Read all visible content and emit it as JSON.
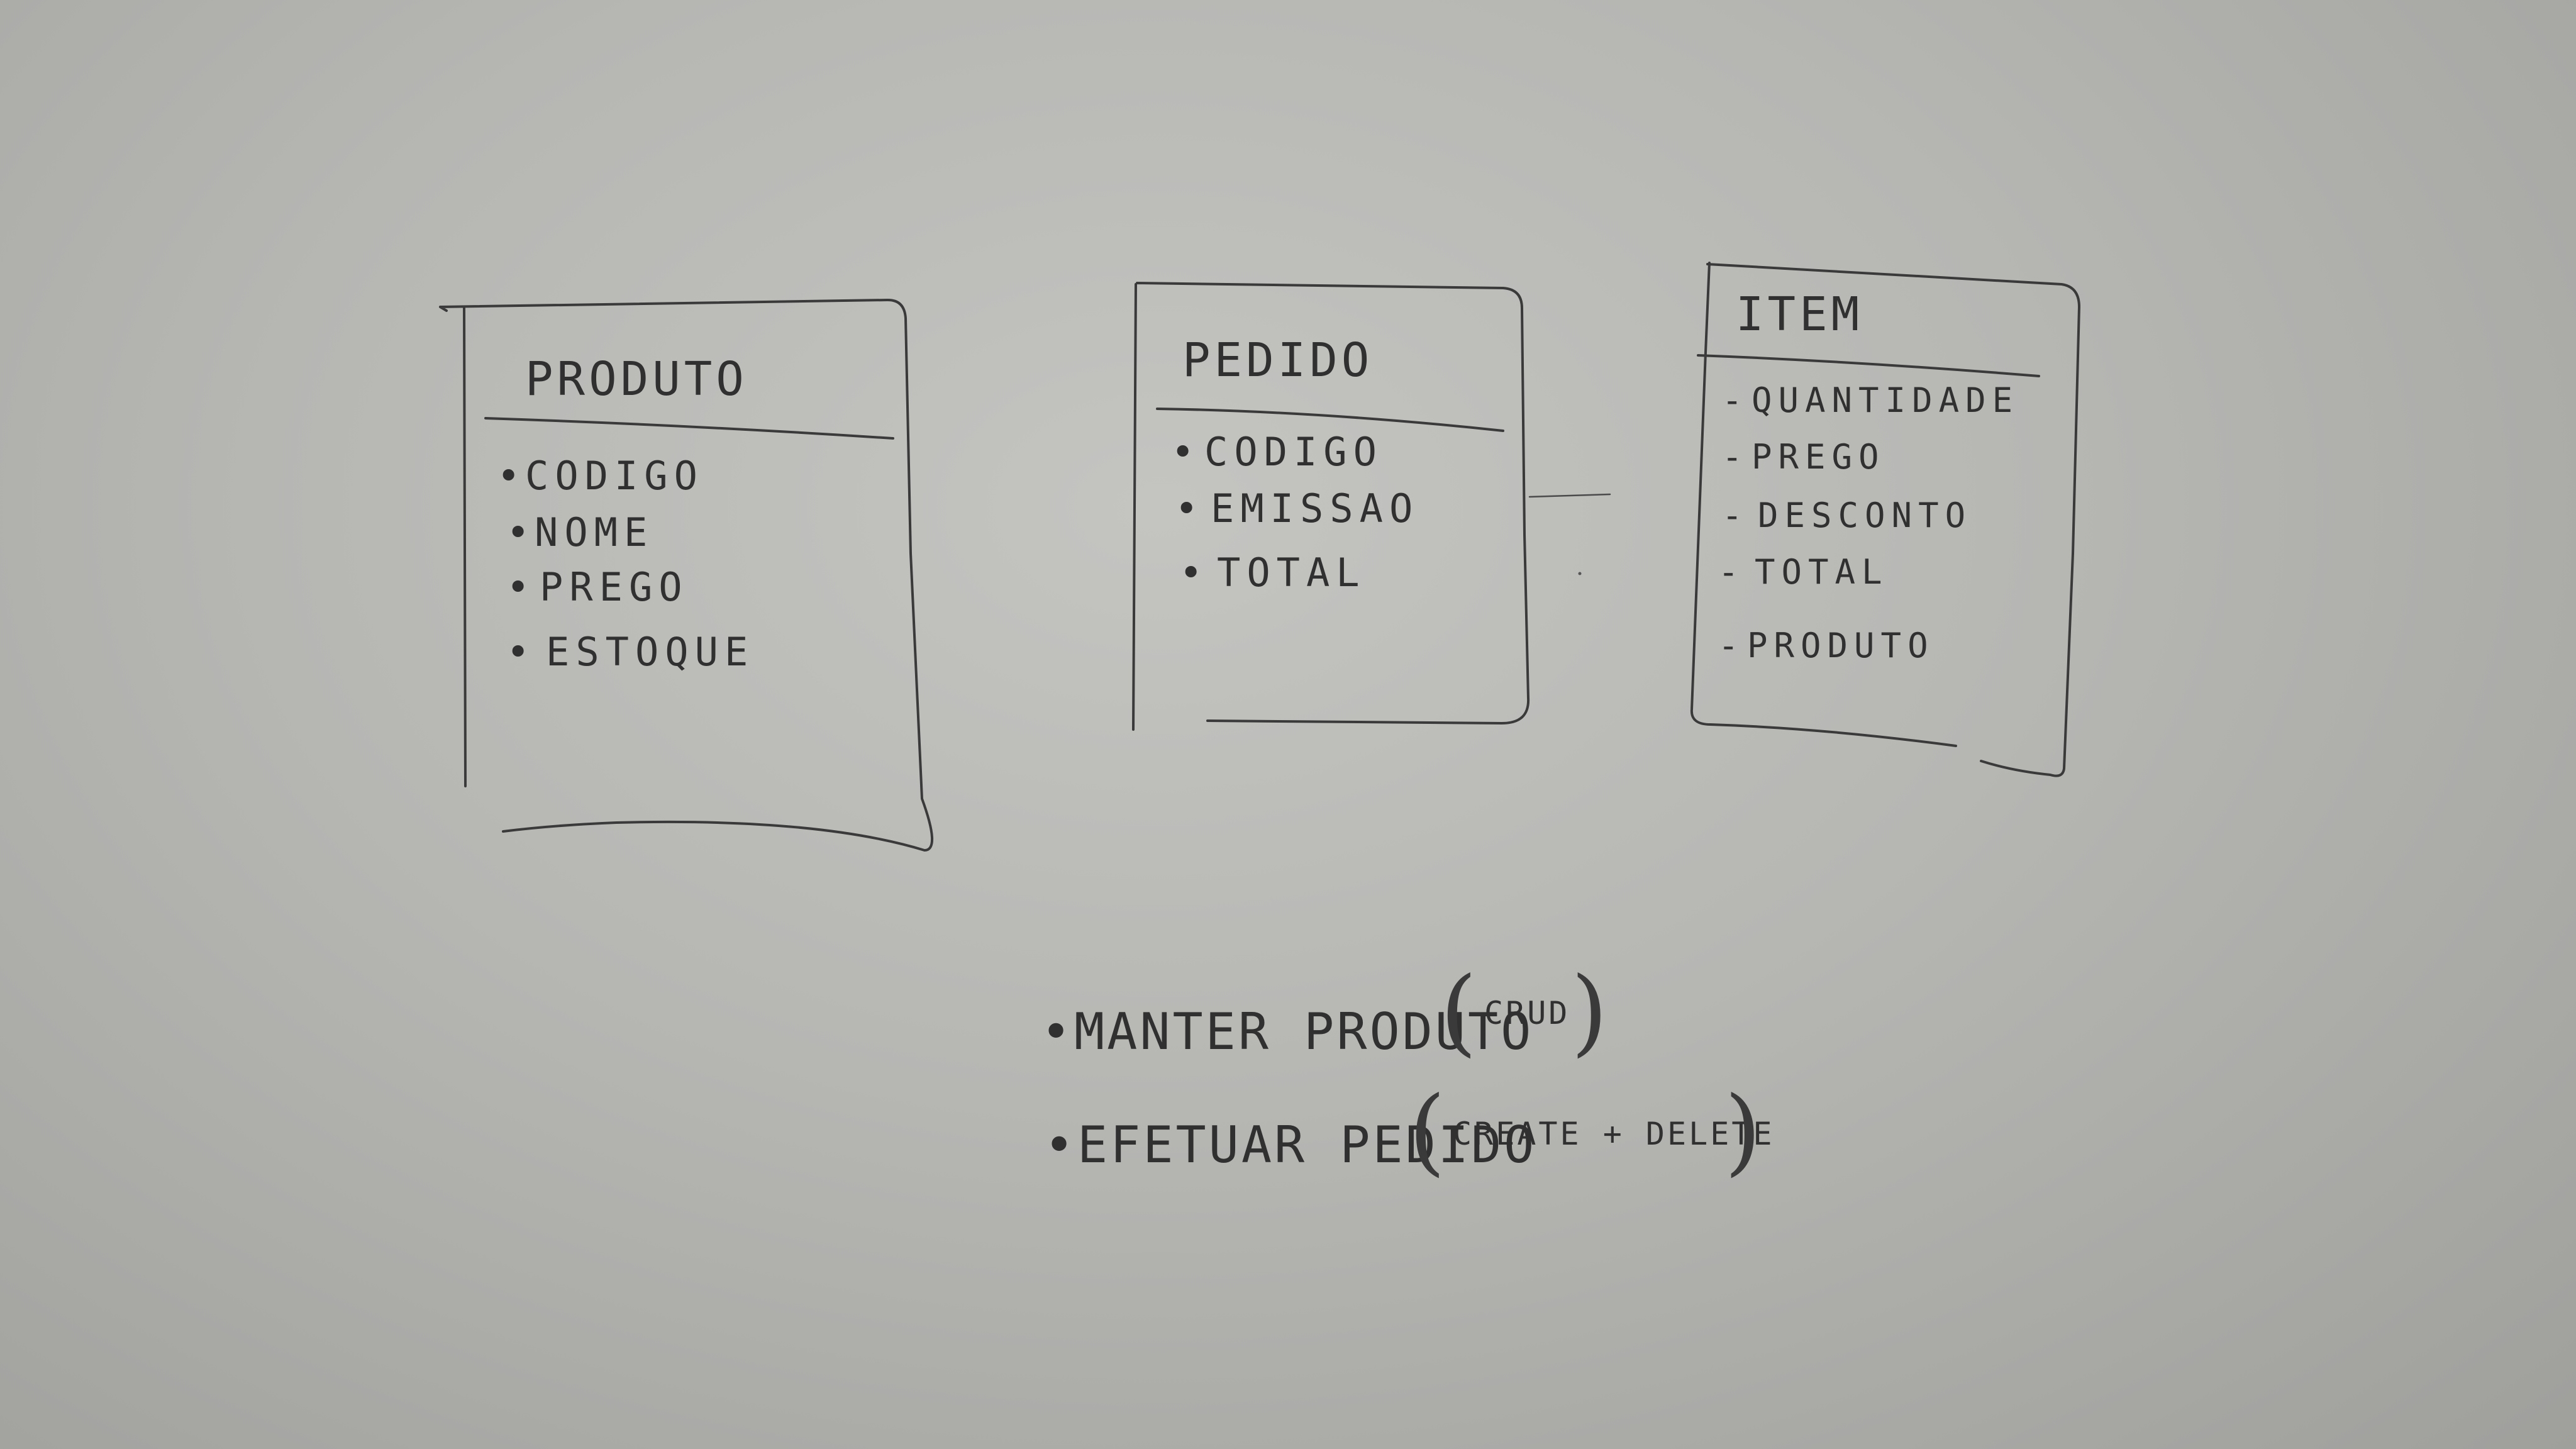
{
  "entities": [
    {
      "title": "PRODUTO",
      "bullet": "•",
      "attributes": [
        "CODIGO",
        "NOME",
        "PREGO",
        "ESTOQUE"
      ]
    },
    {
      "title": "PEDIDO",
      "bullet": "•",
      "attributes": [
        "CODIGO",
        "EMISSAO",
        "TOTAL"
      ]
    },
    {
      "title": "ITEM",
      "bullet": "-",
      "attributes": [
        "QUANTIDADE",
        "PREGO",
        "DESCONTO",
        "TOTAL",
        "PRODUTO"
      ]
    }
  ],
  "use_cases": [
    {
      "bullet": "•",
      "name": "MANTER PRODUTO",
      "detail": "CRUD"
    },
    {
      "bullet": "•",
      "name": "EFETUAR PEDIDO",
      "detail": "CREATE + DELETE"
    }
  ],
  "colors": {
    "ink": "#3a3a3a",
    "board": "#b8b8b5"
  }
}
